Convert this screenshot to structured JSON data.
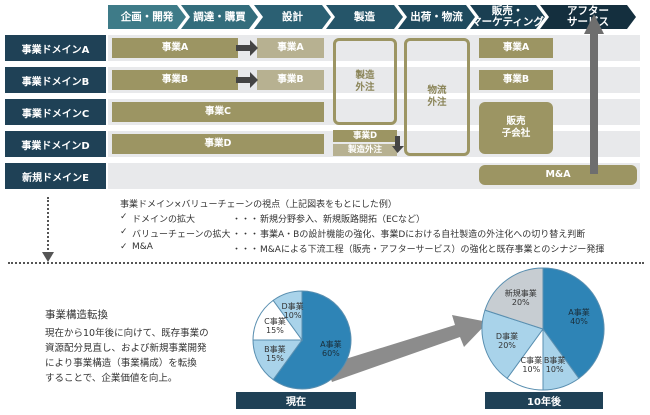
{
  "value_chain": [
    {
      "label": "企画・開発",
      "color": "#3e7b88"
    },
    {
      "label": "調達・購買",
      "color": "#336d7c"
    },
    {
      "label": "設計",
      "color": "#2b6073"
    },
    {
      "label": "製造",
      "color": "#255569"
    },
    {
      "label": "出荷・物流",
      "color": "#1f4a5e"
    },
    {
      "label": "販売・\nマーケティング",
      "color": "#1a3f52"
    },
    {
      "label": "アフター\nサービス",
      "color": "#142f3e"
    }
  ],
  "domains": [
    "事業ドメインA",
    "事業ドメインB",
    "事業ドメインC",
    "事業ドメインD",
    "新規ドメインE"
  ],
  "boxes": {
    "a1": "事業A",
    "a2": "事業A",
    "a3": "事業A",
    "b1": "事業B",
    "b2": "事業B",
    "b3": "事業B",
    "c1": "事業C",
    "d1": "事業D",
    "d2": "事業D",
    "d2sub": "製造外注",
    "mfg": "製造\n外注",
    "log": "物流\n外注",
    "sales": "販売\n子会社",
    "ma": "M&A"
  },
  "viewpoints": {
    "header": "事業ドメイン×バリューチェーンの視点（上記図表をもとにした例）",
    "items": [
      {
        "mark": "✓",
        "term": "ドメインの拡大",
        "dots": "・・・",
        "desc": "新規分野参入、新規販路開拓（ECなど）"
      },
      {
        "mark": "✓",
        "term": "バリューチェーンの拡大",
        "dots": "・・・",
        "desc": "事業A・Bの設計機能の強化、事業Dにおける自社製造の外注化への切り替え判断"
      },
      {
        "mark": "✓",
        "term": "M&A",
        "dots": "・・・",
        "desc": "M&Aによる下流工程（販売・アフターサービス）の強化と既存事業とのシナジー発揮"
      }
    ]
  },
  "transform": {
    "title": "事業構造転換",
    "lines": [
      "現在から10年後に向けて、既存事業の",
      "資源配分見直し、および新規事業開発",
      "により事業構造（事業構成）を転換",
      "することで、企業価値を向上。"
    ]
  },
  "chart_data": [
    {
      "type": "pie",
      "title": "現在",
      "slices": [
        {
          "name": "A事業",
          "value": 60,
          "label": "60%",
          "color": "#2e84b6"
        },
        {
          "name": "B事業",
          "value": 15,
          "label": "15%",
          "color": "#a9d3ea"
        },
        {
          "name": "C事業",
          "value": 15,
          "label": "15%",
          "color": "#ffffff"
        },
        {
          "name": "D事業",
          "value": 10,
          "label": "10%",
          "color": "#a9d3ea"
        }
      ]
    },
    {
      "type": "pie",
      "title": "10年後",
      "slices": [
        {
          "name": "A事業",
          "value": 40,
          "label": "40%",
          "color": "#2e84b6"
        },
        {
          "name": "B事業",
          "value": 10,
          "label": "10%",
          "color": "#a9d3ea"
        },
        {
          "name": "C事業",
          "value": 10,
          "label": "10%",
          "color": "#ffffff"
        },
        {
          "name": "D事業",
          "value": 20,
          "label": "20%",
          "color": "#a9d3ea"
        },
        {
          "name": "新規事業",
          "value": 20,
          "label": "20%",
          "color": "#c7cdd2"
        }
      ]
    }
  ]
}
